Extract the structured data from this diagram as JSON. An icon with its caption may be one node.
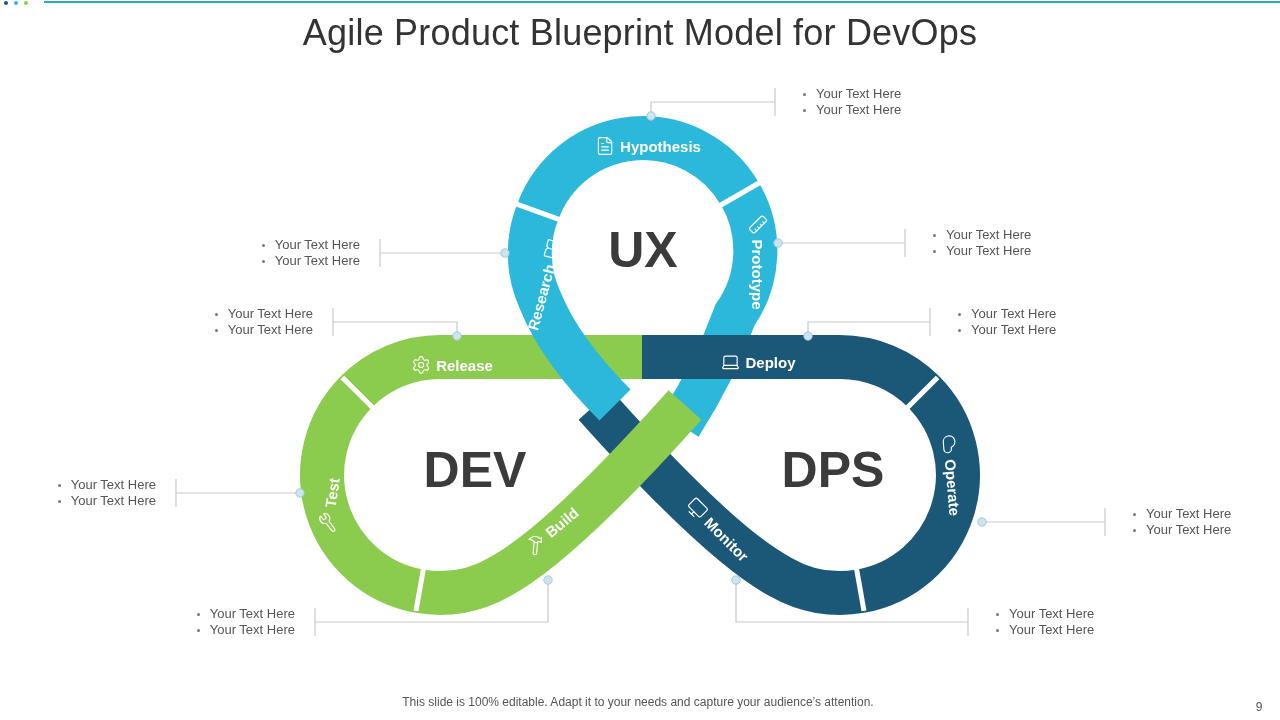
{
  "diagram": {
    "title": "Agile Product Blueprint Model for DevOps",
    "nodes": [
      {
        "text": [
          "Hypothesis"
        ]
      },
      {
        "text": [
          "Research"
        ]
      },
      {
        "text": [
          "Prototype"
        ]
      },
      {
        "text": [
          "Release"
        ]
      },
      {
        "text": [
          "Deploy"
        ]
      },
      {
        "text": [
          "Test"
        ]
      },
      {
        "text": [
          "Operate"
        ]
      },
      {
        "text": [
          "Build"
        ]
      },
      {
        "text": [
          "Monitor"
        ]
      },
      {
        "text": [
          "Your Text Here",
          "Your Text Here"
        ]
      },
      {
        "text": [
          "Your Text Here",
          "Your Text Here"
        ]
      },
      {
        "text": [
          "Your Text Here",
          "Your Text Here"
        ]
      },
      {
        "text": [
          "Your Text Here",
          "Your Text Here"
        ]
      },
      {
        "text": [
          "Your Text Here",
          "Your Text Here"
        ]
      },
      {
        "text": [
          "Your Text Here",
          "Your Text Here"
        ]
      },
      {
        "text": [
          "Your Text Here",
          "Your Text Here"
        ]
      },
      {
        "text": [
          "Your Text Here",
          "Your Text Here"
        ]
      },
      {
        "text": [
          "Your Text Here",
          "Your Text Here"
        ]
      }
    ],
    "edges": [
      {
        "from": 9,
        "to": 0,
        "arrow": "other"
      },
      {
        "from": 10,
        "to": 2,
        "arrow": "other"
      },
      {
        "from": 11,
        "to": 1,
        "arrow": "other"
      },
      {
        "from": 12,
        "to": 3,
        "arrow": "other"
      },
      {
        "from": 13,
        "to": 4,
        "arrow": "other"
      },
      {
        "from": 14,
        "to": 5,
        "arrow": "other"
      },
      {
        "from": 15,
        "to": 6,
        "arrow": "other"
      },
      {
        "from": 16,
        "to": 7,
        "arrow": "other"
      },
      {
        "from": 17,
        "to": 8,
        "arrow": "other"
      }
    ],
    "labels": [
      "UX",
      "DEV",
      "DPS",
      "This slide is 100% editable. Adapt it to your needs and capture your audience’s attention.",
      "9"
    ]
  }
}
